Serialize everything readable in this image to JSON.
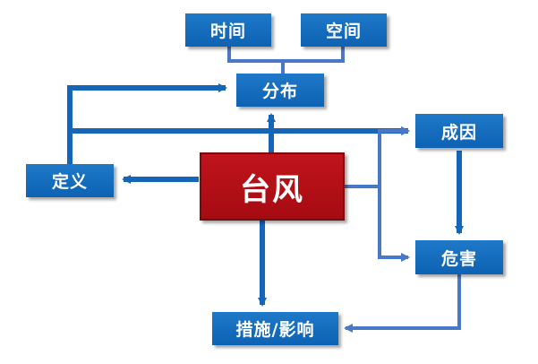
{
  "center": {
    "label": "台风"
  },
  "nodes": {
    "time": "时间",
    "space": "空间",
    "distribution": "分布",
    "cause": "成因",
    "definition": "定义",
    "hazard": "危害",
    "measures": "措施/影响"
  },
  "colors": {
    "node_blue": "#1565b8",
    "node_red": "#b5121b",
    "arrow_blue": "#1565b8",
    "arrow_light": "#4a78c8",
    "text": "#ffffff"
  }
}
